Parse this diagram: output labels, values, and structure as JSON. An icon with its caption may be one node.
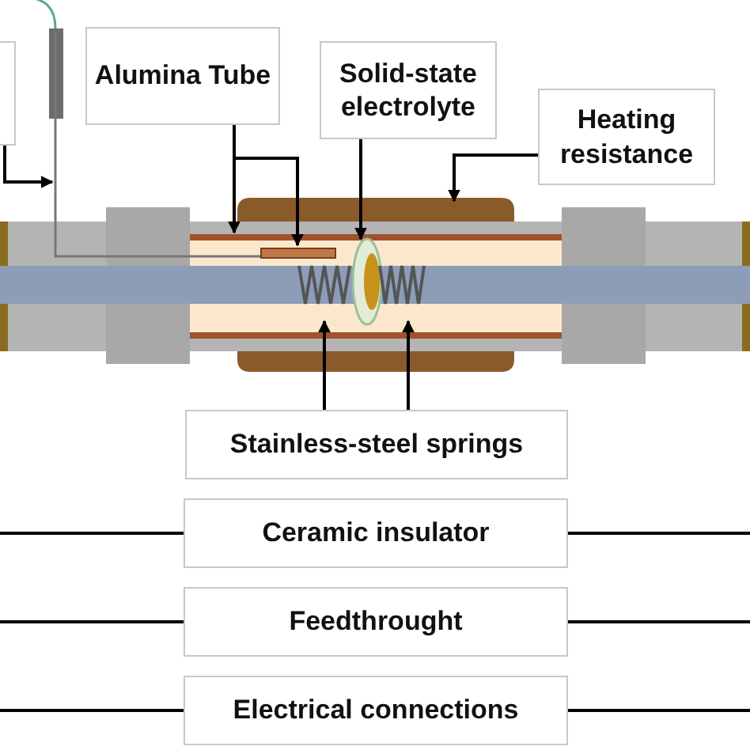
{
  "diagram": {
    "nodes": [
      {
        "text": [],
        "shape": "box"
      },
      {
        "text": [],
        "shape": "bar"
      },
      {
        "text": [
          "Alumina Tube"
        ]
      },
      {
        "text": [],
        "shape": "bar"
      },
      {
        "text": [],
        "shape": "bar"
      },
      {
        "text": [
          "Solid-state electrolyte"
        ]
      },
      {
        "text": [],
        "shape": "circle"
      },
      {
        "text": [
          "Heating resistance"
        ]
      },
      {
        "text": [],
        "shape": "box"
      },
      {
        "text": [
          "Stainless-steel springs"
        ]
      },
      {
        "text": [],
        "shape": "spring"
      },
      {
        "text": [],
        "shape": "spring"
      },
      {
        "text": [
          "Ceramic insulator"
        ]
      },
      {
        "text": [
          "Feedthrought"
        ]
      },
      {
        "text": [
          "Electrical connections"
        ]
      }
    ],
    "edges": [
      {
        "from": 0,
        "to": 1,
        "arrow": "to"
      },
      {
        "from": 2,
        "to": 3,
        "arrow": "to"
      },
      {
        "from": 2,
        "to": 4,
        "arrow": "to"
      },
      {
        "from": 5,
        "to": 6,
        "arrow": "to"
      },
      {
        "from": 7,
        "to": 8,
        "arrow": "to"
      },
      {
        "from": 9,
        "to": 10,
        "arrow": "to"
      },
      {
        "from": 9,
        "to": 11,
        "arrow": "to"
      },
      {
        "from": 12,
        "to": null,
        "arrow": "none"
      },
      {
        "from": 12,
        "to": null,
        "arrow": "none"
      },
      {
        "from": 13,
        "to": null,
        "arrow": "none"
      },
      {
        "from": 13,
        "to": null,
        "arrow": "none"
      },
      {
        "from": 14,
        "to": null,
        "arrow": "none"
      },
      {
        "from": 14,
        "to": null,
        "arrow": "none"
      }
    ]
  }
}
